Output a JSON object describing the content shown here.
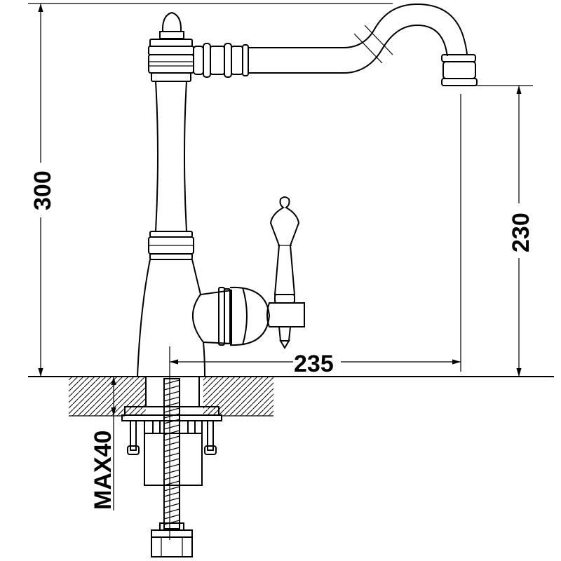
{
  "diagram": {
    "dimensions": {
      "total_height": "300",
      "spout_height": "230",
      "spout_reach": "235",
      "max_mount_thickness": "MAX40"
    },
    "colors": {
      "line": "#000000",
      "background": "#ffffff"
    }
  }
}
